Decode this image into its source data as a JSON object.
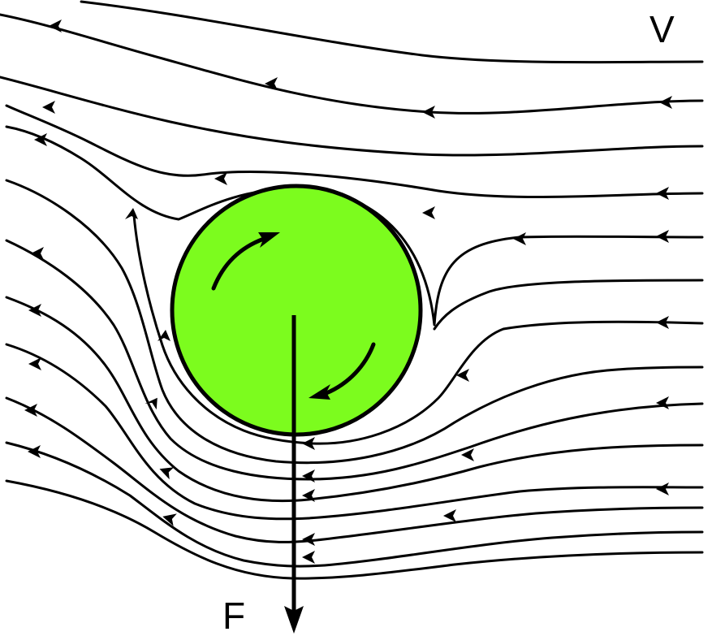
{
  "labels": {
    "velocity": "V",
    "force": "F"
  },
  "colors": {
    "ball_fill": "#7cfc1e",
    "ball_stroke": "#000000",
    "line": "#000000",
    "background": "#ffffff"
  },
  "flow_direction": "right-to-left",
  "spin_direction": "clockwise",
  "force_direction": "down"
}
